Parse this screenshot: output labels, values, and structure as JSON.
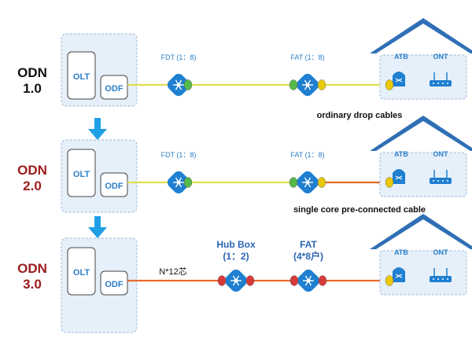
{
  "colors": {
    "roof": "#2f6fb5",
    "box_fill": "#e6f0fa",
    "box_stroke": "#9fbad6",
    "yellow_fiber": "#dede50",
    "orange_fiber": "#e36c2b",
    "node_blue": "#1f7fd0",
    "connector_green": "#57b94a",
    "connector_red": "#d63a3a",
    "connector_yellow": "#e9c80b",
    "arrow_blue": "#1fa0e6",
    "label_black": "#111111",
    "label_dark_red": "#9b1b1b",
    "label_blue": "#2b64b4",
    "node_text": "#2a7fc8"
  },
  "rows": [
    {
      "odn_label": [
        "ODN",
        "1.0"
      ],
      "odn_color": "black",
      "olt": "OLT",
      "odf": "ODF",
      "first_node_label": "FDT (1：8)",
      "fat_label": "FAT (1：8)",
      "atb": "ATB",
      "ont": "ONT",
      "caption": "ordinary drop cables",
      "feeder_note": ""
    },
    {
      "odn_label": [
        "ODN",
        "2.0"
      ],
      "odn_color": "red",
      "olt": "OLT",
      "odf": "ODF",
      "first_node_label": "FDT (1：8)",
      "fat_label": "FAT (1：8)",
      "atb": "ATB",
      "ont": "ONT",
      "caption": "single core pre-connected cable",
      "feeder_note": ""
    },
    {
      "odn_label": [
        "ODN",
        "3.0"
      ],
      "odn_color": "red",
      "olt": "OLT",
      "odf": "ODF",
      "first_node_label_lines": [
        "Hub Box",
        "(1：2)"
      ],
      "fat_label_lines": [
        "FAT",
        "(4*8户)"
      ],
      "atb": "ATB",
      "ont": "ONT",
      "caption": "",
      "feeder_note": "N*12芯"
    }
  ],
  "icons": {
    "node": "splitter-node-icon",
    "atb": "atb-terminal-icon",
    "ont": "ont-router-icon",
    "house": "house-roof-icon",
    "arrow": "down-arrow-icon"
  }
}
